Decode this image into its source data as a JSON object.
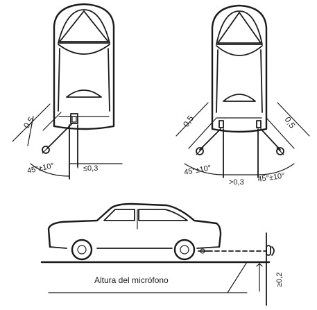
{
  "figure": {
    "left_view": {
      "distance_label": "0,5",
      "angle_label": "45°±10°",
      "offset_label": "≤0,3"
    },
    "right_view": {
      "left_distance_label": "0,5",
      "right_distance_label": "0,5",
      "left_angle_label": "45°±10°",
      "gap_label": ">0,3",
      "right_angle_label": "45°±10°"
    },
    "side_view": {
      "height_caption": "Altura del micrófono",
      "height_label": "≥0,2"
    }
  }
}
